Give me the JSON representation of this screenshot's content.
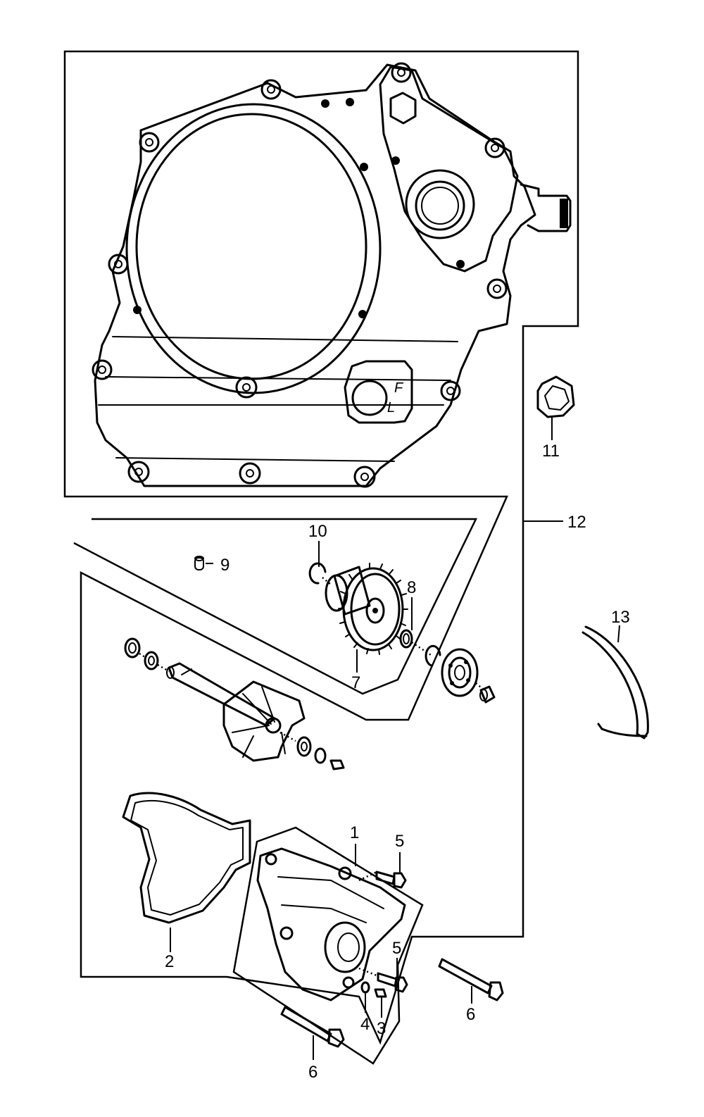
{
  "callouts": {
    "c1": "1",
    "c2": "2",
    "c3": "3",
    "c4": "4",
    "c5a": "5",
    "c5b": "5",
    "c6a": "6",
    "c6b": "6",
    "c7": "7",
    "c8": "8",
    "c9": "9",
    "c10": "10",
    "c11": "11",
    "c12": "12",
    "c13": "13"
  },
  "window_marks": {
    "upper": "F",
    "lower": "L"
  }
}
